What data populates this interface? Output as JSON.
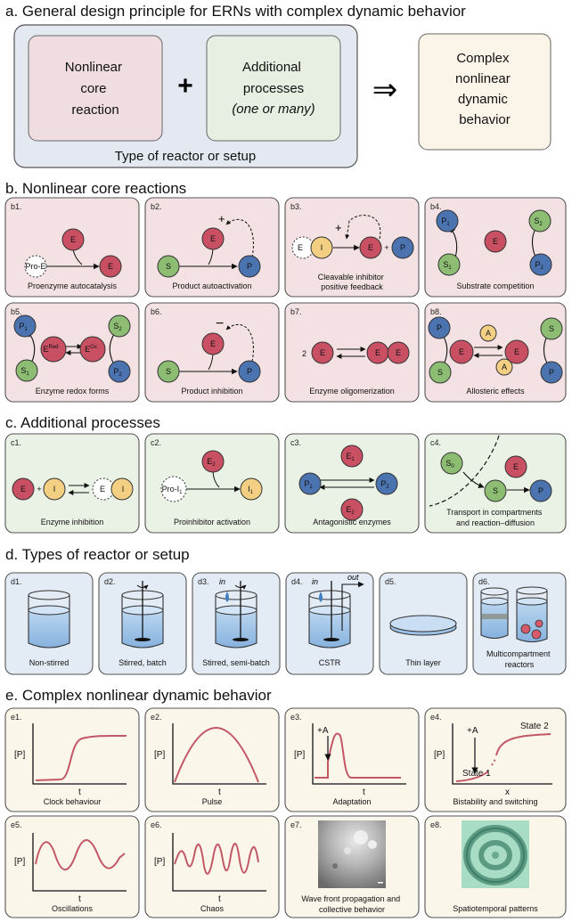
{
  "section_a": {
    "title": "a. General design principle for ERNs with complex dynamic behavior",
    "core_reaction": [
      "Nonlinear",
      "core",
      "reaction"
    ],
    "plus": "+",
    "additional_processes": [
      "Additional",
      "processes"
    ],
    "additional_note": "(one or many)",
    "reactor_label": "Type of reactor or setup",
    "arrow": "⇒",
    "result": [
      "Complex",
      "nonlinear",
      "dynamic",
      "behavior"
    ]
  },
  "section_b": {
    "title": "b. Nonlinear core reactions",
    "panels": [
      {
        "id": "b1.",
        "caption": [
          "Proenzyme autocatalysis"
        ]
      },
      {
        "id": "b2.",
        "caption": [
          "Product autoactivation"
        ]
      },
      {
        "id": "b3.",
        "caption": [
          "Cleavable inhibitor",
          "positive feedback"
        ]
      },
      {
        "id": "b4.",
        "caption": [
          "Substrate competition"
        ]
      },
      {
        "id": "b5.",
        "caption": [
          "Enzyme redox forms"
        ]
      },
      {
        "id": "b6.",
        "caption": [
          "Product inhibition"
        ]
      },
      {
        "id": "b7.",
        "caption": [
          "Enzyme oligomerization"
        ]
      },
      {
        "id": "b8.",
        "caption": [
          "Allosteric effects"
        ]
      }
    ],
    "labels": {
      "E": "E",
      "P": "P",
      "S": "S",
      "I": "I",
      "A": "A",
      "pro_e": "Pro-E",
      "plus": "+",
      "minus": "−",
      "two": "2",
      "red": "Red",
      "ox": "Ox",
      "sub1": "1",
      "sub2": "2"
    }
  },
  "section_c": {
    "title": "c. Additional processes",
    "panels": [
      {
        "id": "c1.",
        "caption": [
          "Enzyme inhibition"
        ]
      },
      {
        "id": "c2.",
        "caption": [
          "Proinhibitor activation"
        ]
      },
      {
        "id": "c3.",
        "caption": [
          "Antagonistic enzymes"
        ]
      },
      {
        "id": "c4.",
        "caption": [
          "Transport in compartments",
          "and reaction–diffusion"
        ]
      }
    ],
    "labels": {
      "pro_i": "Pro-I",
      "sub0": "0"
    }
  },
  "section_d": {
    "title": "d. Types of reactor or setup",
    "panels": [
      {
        "id": "d1.",
        "caption": [
          "Non-stirred"
        ]
      },
      {
        "id": "d2.",
        "caption": [
          "Stirred, batch"
        ]
      },
      {
        "id": "d3.",
        "caption": [
          "Stirred, semi-batch"
        ]
      },
      {
        "id": "d4.",
        "caption": [
          "CSTR"
        ]
      },
      {
        "id": "d5.",
        "caption": [
          "Thin layer"
        ]
      },
      {
        "id": "d6.",
        "caption": [
          "Multicompartment",
          "reactors"
        ]
      }
    ],
    "in_label": "in",
    "out_label": "out"
  },
  "section_e": {
    "title": "e. Complex nonlinear dynamic behavior",
    "panels": [
      {
        "id": "e1.",
        "caption": [
          "Clock behaviour"
        ]
      },
      {
        "id": "e2.",
        "caption": [
          "Pulse"
        ]
      },
      {
        "id": "e3.",
        "caption": [
          "Adaptation"
        ]
      },
      {
        "id": "e4.",
        "caption": [
          "Bistability and switching"
        ]
      },
      {
        "id": "e5.",
        "caption": [
          "Oscillations"
        ]
      },
      {
        "id": "e6.",
        "caption": [
          "Chaos"
        ]
      },
      {
        "id": "e7.",
        "caption": [
          "Wave front propagation and",
          "collective behavior"
        ]
      },
      {
        "id": "e8.",
        "caption": [
          "Spatiotemporal patterns"
        ]
      }
    ],
    "ylabel": "[P]",
    "xlabel_t": "t",
    "xlabel_x": "x",
    "plus_a": "+A",
    "state1": "State 1",
    "state2": "State 2"
  },
  "colors": {
    "enzyme": "#c95063",
    "product": "#4a73b0",
    "substrate": "#8cbd72",
    "inhibitor": "#f2cf82",
    "panel_b_bg": "#f3e1e4",
    "panel_c_bg": "#eaf1e5",
    "panel_d_bg": "#e3ebf4",
    "panel_e_bg": "#fbf6ea",
    "curve": "#c25766"
  }
}
